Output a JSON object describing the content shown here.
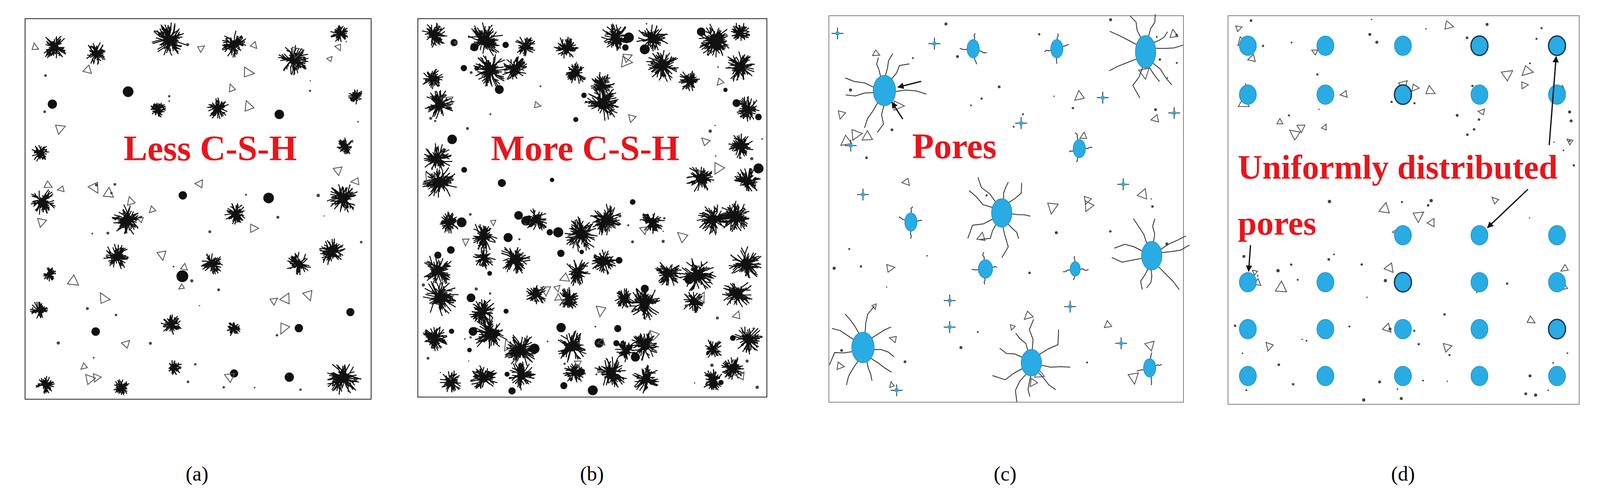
{
  "diagram": {
    "nodes": [
      {
        "text": [
          "Less C-S-H"
        ]
      },
      {
        "text": [
          "More C-S-H"
        ]
      },
      {
        "text": [
          "Pores"
        ]
      },
      {
        "text": [
          "Uniformly distributed pores"
        ]
      }
    ],
    "labels": [
      "(a)",
      "(b)",
      "(c)",
      "(d)"
    ]
  }
}
